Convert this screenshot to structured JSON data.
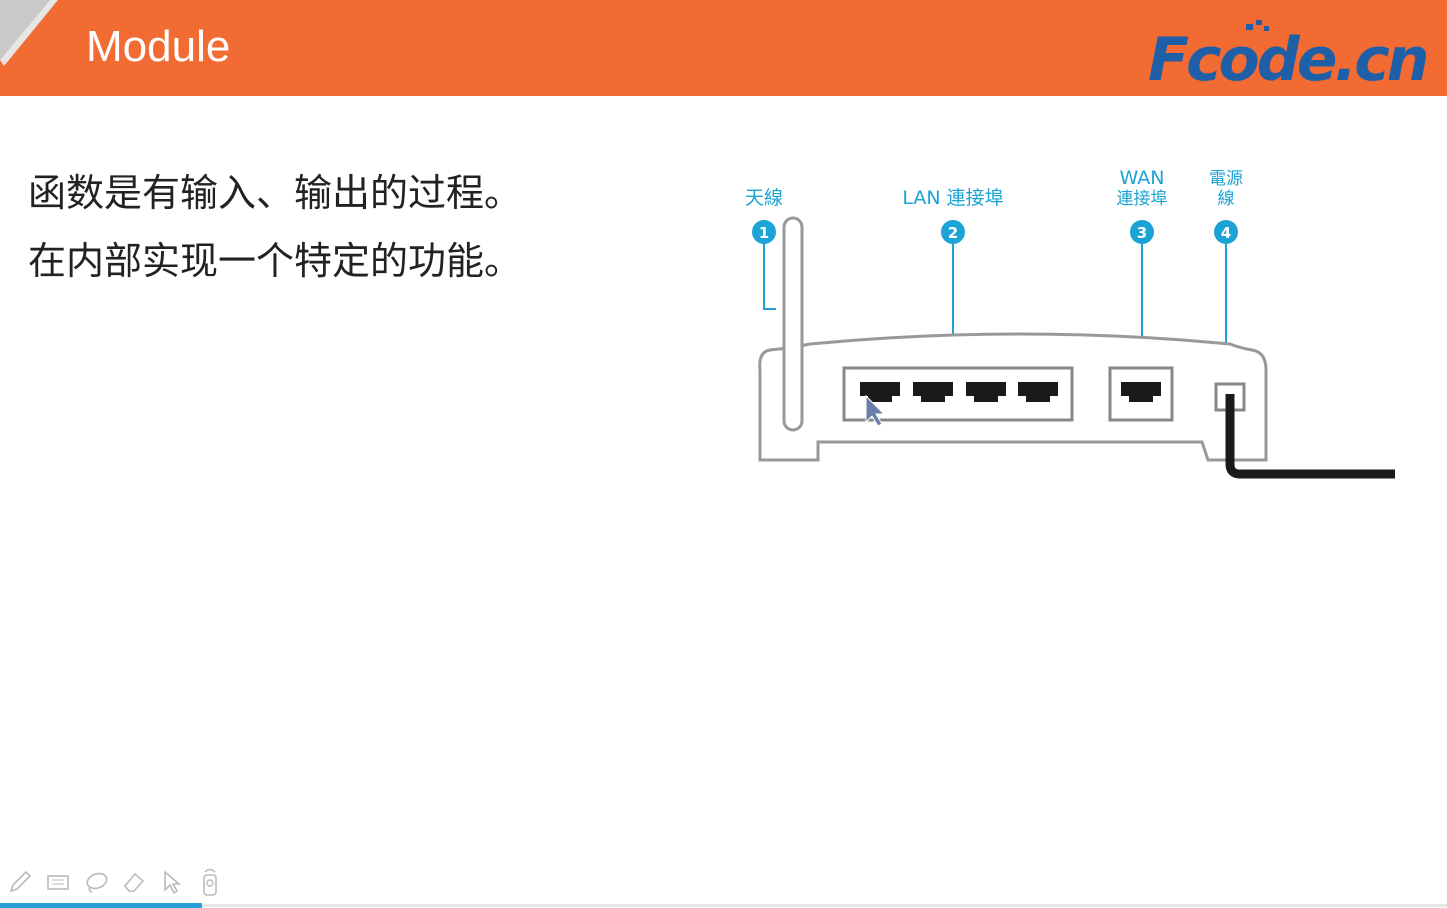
{
  "slide": {
    "title": "Module"
  },
  "logo": {
    "text": "Fcode.cn"
  },
  "body_text": [
    "函数是有输入、输出的过程。",
    "在内部实现一个特定的功能。"
  ],
  "router_diagram": {
    "labels": {
      "antenna": "天線",
      "lan": "LAN 連接埠",
      "wan_line1": "WAN",
      "wan_line2": "連接埠",
      "power_line1": "電源",
      "power_line2": "線"
    },
    "callouts": [
      "1",
      "2",
      "3",
      "4"
    ],
    "accent_color": "#1ba3d6"
  },
  "toolbar": {
    "tools": [
      "pen-icon",
      "keyboard-icon",
      "lasso-icon",
      "eraser-icon",
      "pointer-icon",
      "laser-icon"
    ]
  },
  "colors": {
    "header": "#f26b32",
    "logo": "#1f5fa8"
  }
}
